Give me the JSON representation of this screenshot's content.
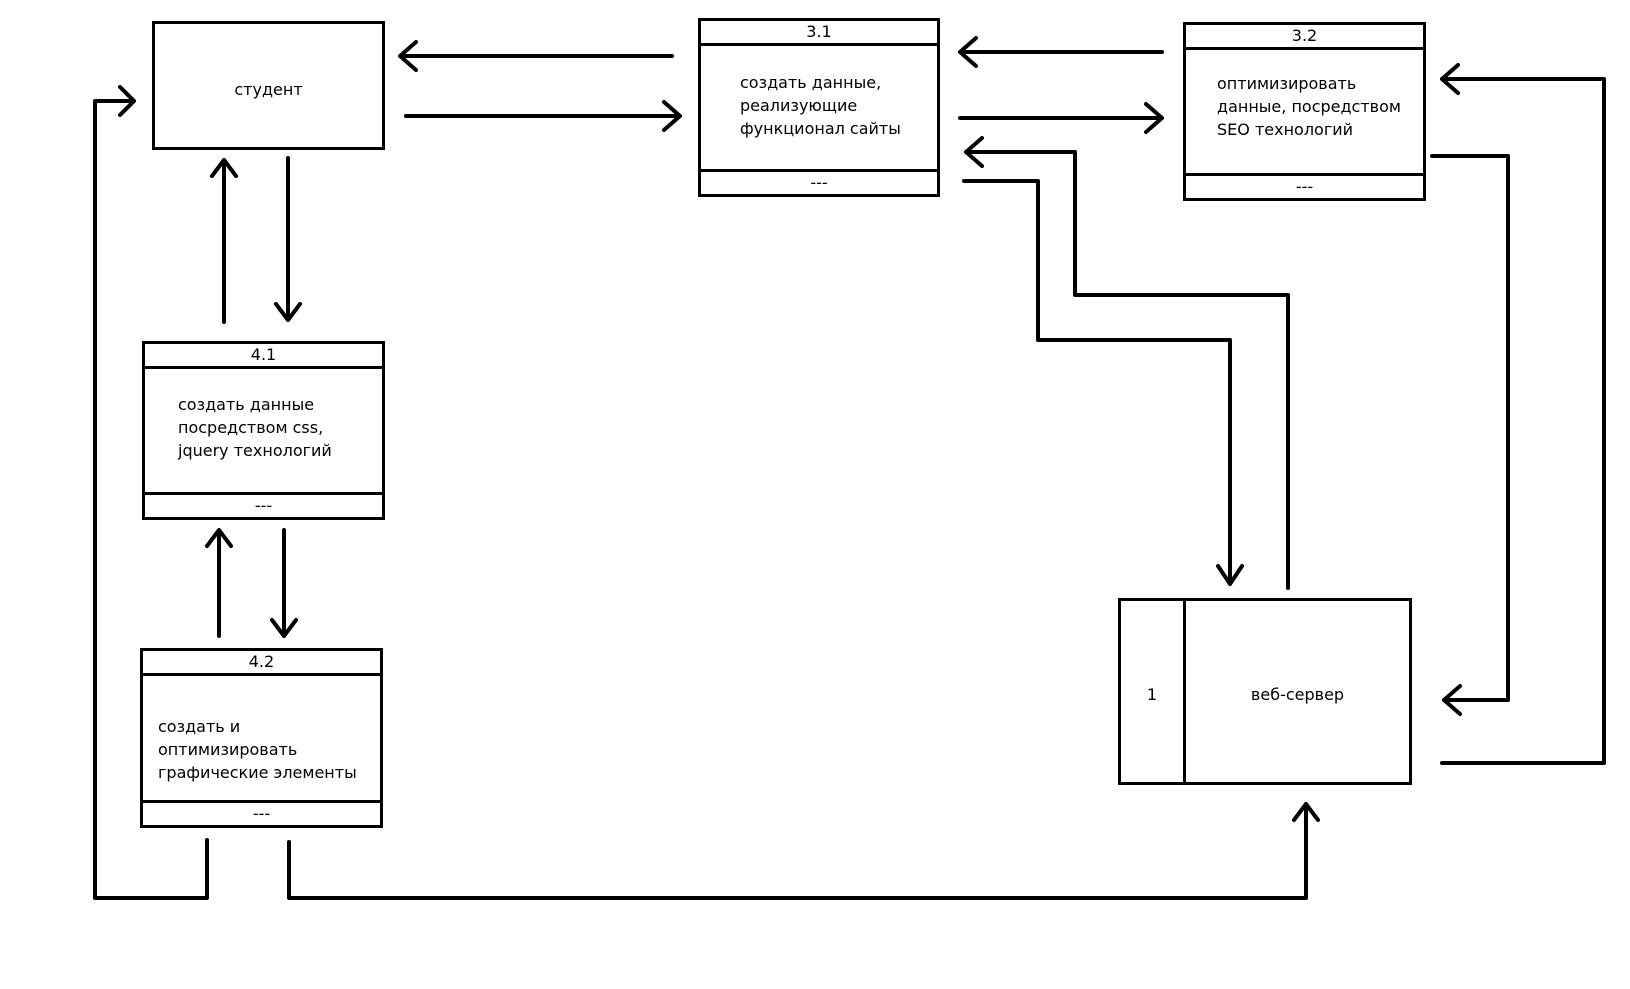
{
  "entities": {
    "student": {
      "label": "студент"
    },
    "webserver": {
      "id": "1",
      "label": "веб-сервер"
    }
  },
  "processes": {
    "p31": {
      "number": "3.1",
      "text": "создать данные,\nреализующие\nфункционал сайты",
      "footer": "---"
    },
    "p32": {
      "number": "3.2",
      "text": "оптимизировать\nданные, посредством\nSEO технологий",
      "footer": "---"
    },
    "p41": {
      "number": "4.1",
      "text": "создать данные\nпосредством css,\njquery технологий",
      "footer": "---"
    },
    "p42": {
      "number": "4.2",
      "text": "создать и оптимизировать\nграфические элементы",
      "footer": "---"
    }
  },
  "colors": {
    "stroke": "#000000",
    "background": "#ffffff"
  }
}
